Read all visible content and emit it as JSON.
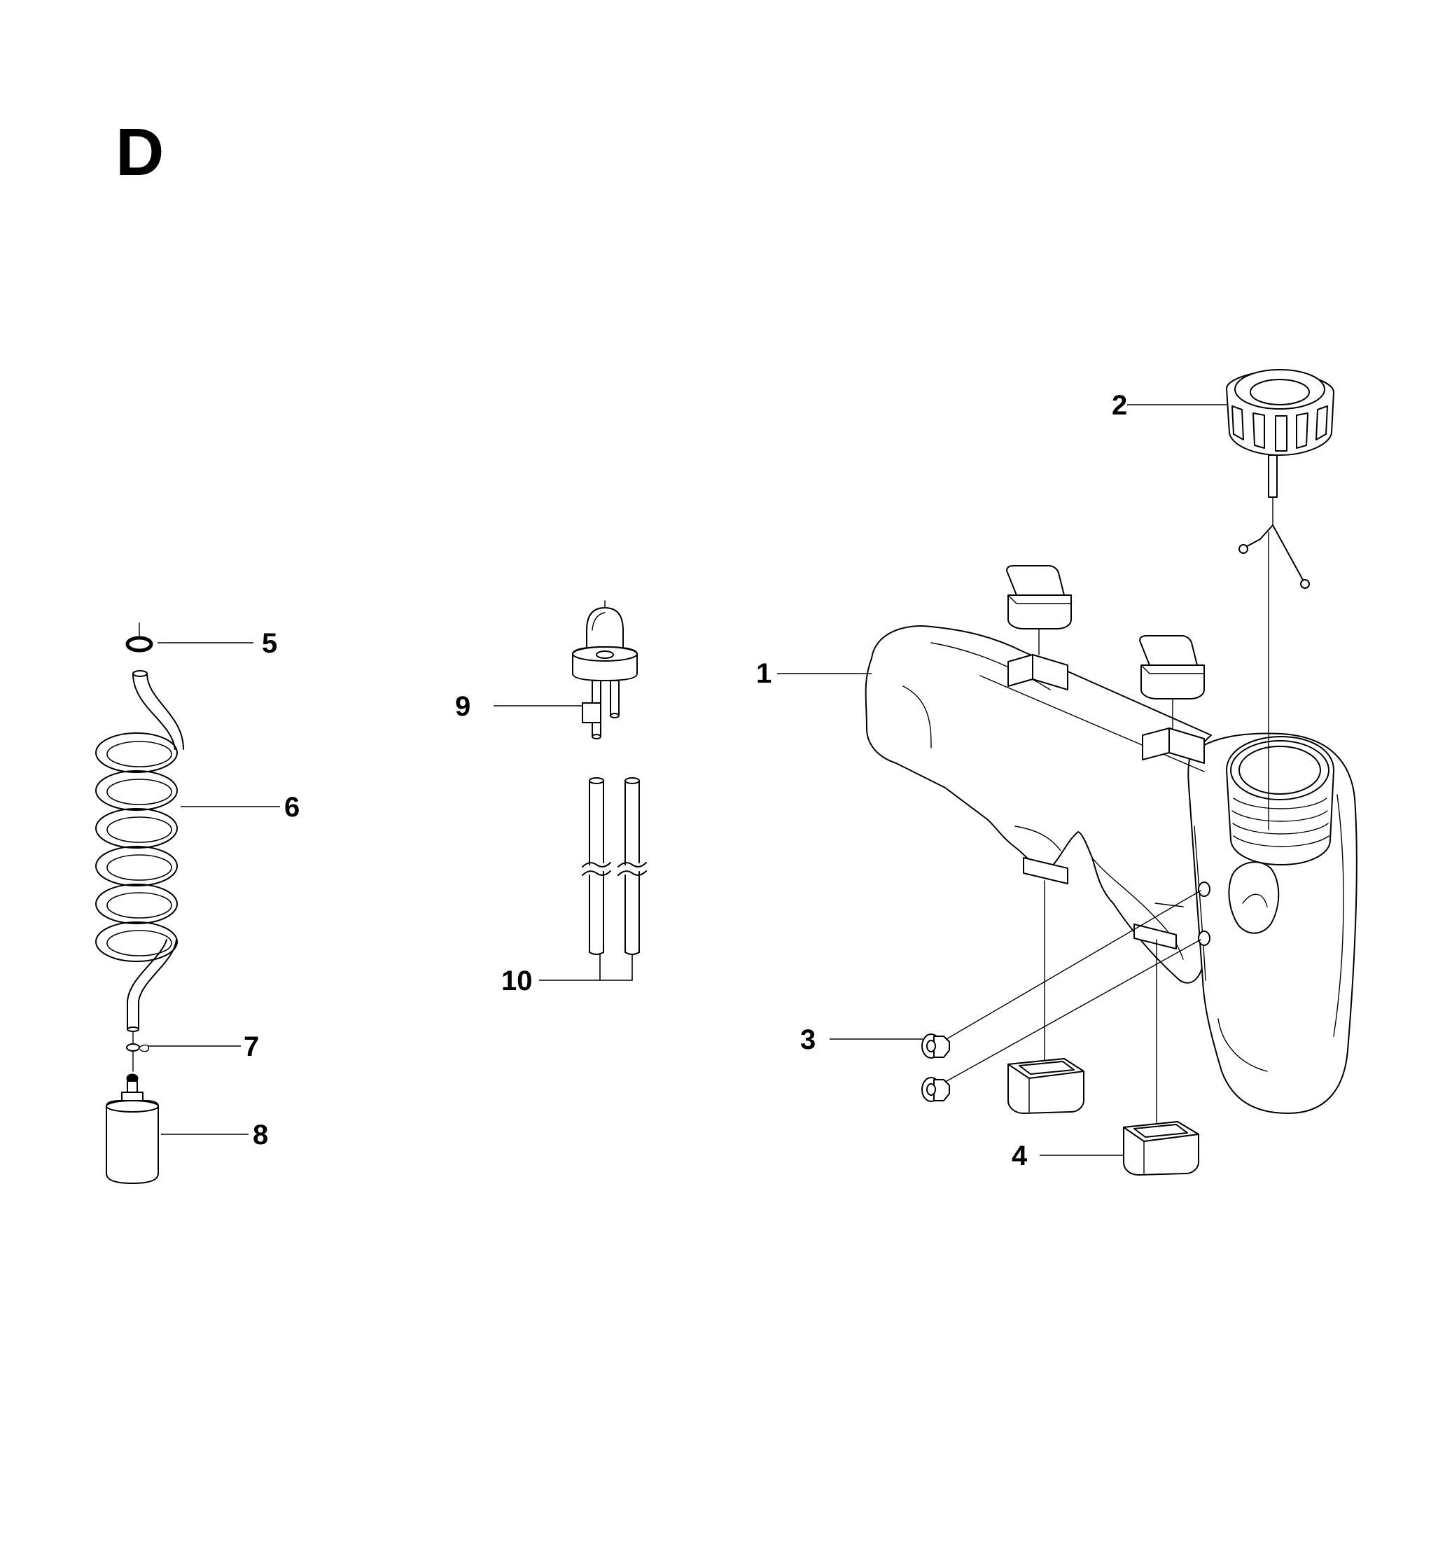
{
  "section_letter": "D",
  "callouts": {
    "c1": "1",
    "c2": "2",
    "c3": "3",
    "c4": "4",
    "c5": "5",
    "c6": "6",
    "c7": "7",
    "c8": "8",
    "c9": "9",
    "c10": "10"
  }
}
